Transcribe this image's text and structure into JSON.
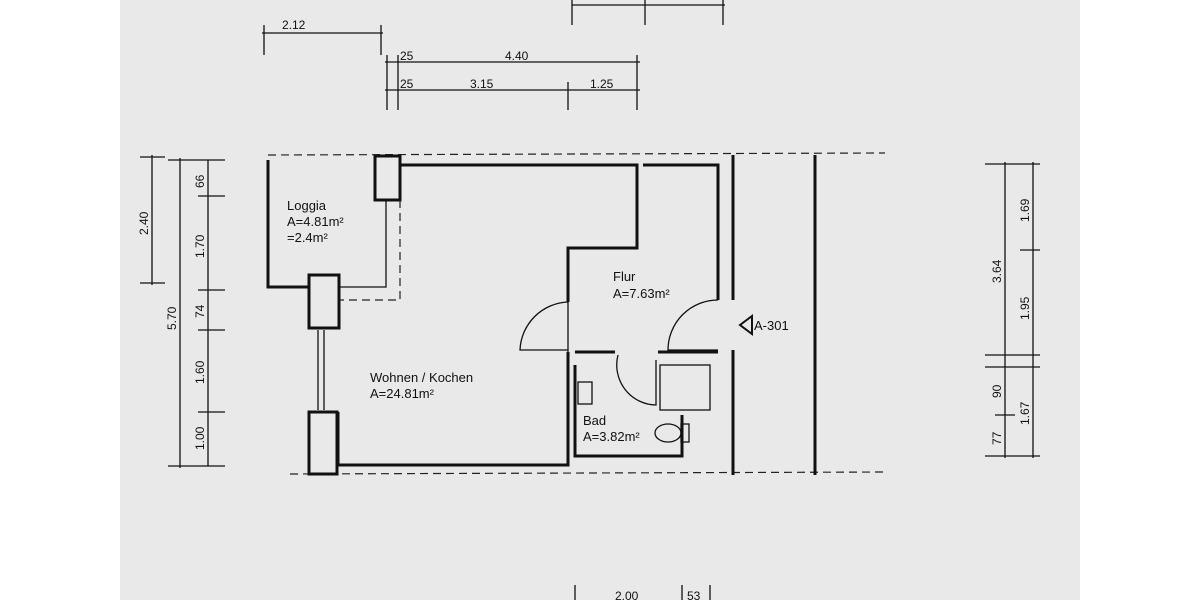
{
  "rooms": {
    "loggia": {
      "name": "Loggia",
      "area": "A=4.81m²",
      "area2": "=2.4m²"
    },
    "wohnen": {
      "name": "Wohnen / Kochen",
      "area": "A=24.81m²"
    },
    "flur": {
      "name": "Flur",
      "area": "A=7.63m²"
    },
    "bad": {
      "name": "Bad",
      "area": "A=3.82m²"
    }
  },
  "section_marker": "A-301",
  "dimensions": {
    "top": [
      "2.12",
      "25",
      "4.40",
      "25",
      "3.15",
      "1.25"
    ],
    "left": [
      "2.40",
      "5.70",
      "66",
      "1.70",
      "74",
      "1.60",
      "1.00"
    ],
    "right": [
      "3.64",
      "1.69",
      "1.95",
      "90",
      "77",
      "1.67"
    ],
    "bottom": [
      "2.00",
      "53"
    ]
  }
}
